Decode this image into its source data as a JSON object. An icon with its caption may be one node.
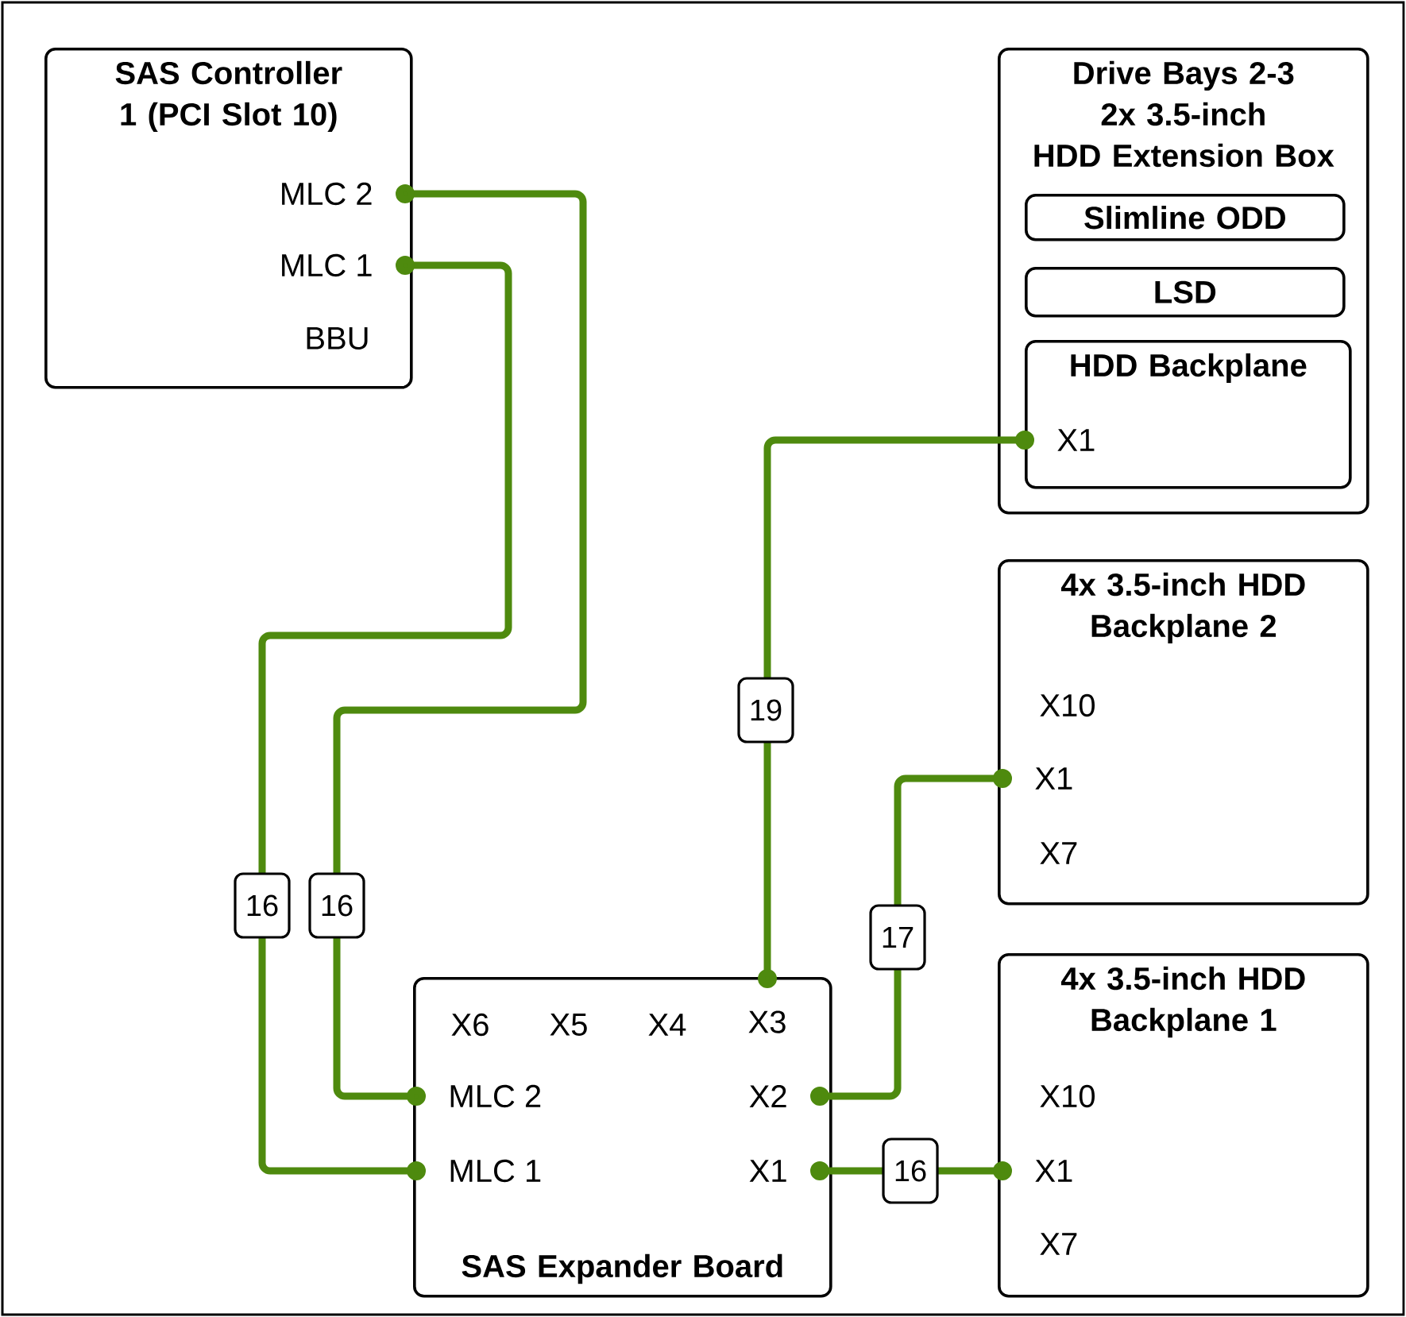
{
  "diagram": {
    "nodes": [
      {
        "text": [
          "SAS Controller 1 (PCI Slot 10)"
        ]
      },
      {
        "text": [
          "MLC 2"
        ],
        "in": 0
      },
      {
        "text": [
          "MLC 1"
        ],
        "in": 0
      },
      {
        "text": [
          "Drive Bays 2-3",
          "2x 3.5-inch",
          "HDD Extension Box"
        ]
      },
      {
        "text": [
          "Slimline ODD"
        ],
        "in": 3
      },
      {
        "text": [
          "LSD"
        ],
        "in": 3
      },
      {
        "text": [
          "HDD Backplane"
        ],
        "in": 3
      },
      {
        "text": [
          "X1"
        ],
        "in": 6
      },
      {
        "text": [
          "4x 3.5-inch HDD Backplane 2"
        ]
      },
      {
        "text": [
          "X1"
        ],
        "in": 8
      },
      {
        "text": [
          "4x 3.5-inch HDD Backplane 1"
        ]
      },
      {
        "text": [
          "X1"
        ],
        "in": 10
      },
      {
        "text": [
          "SAS Expander Board"
        ]
      },
      {
        "text": [
          "X3"
        ],
        "in": 12
      },
      {
        "text": [
          "MLC 2"
        ],
        "in": 12
      },
      {
        "text": [
          "X2"
        ],
        "in": 12
      },
      {
        "text": [
          "MLC 1"
        ],
        "in": 12
      },
      {
        "text": [
          "X1"
        ],
        "in": 12
      }
    ],
    "edges": [
      {
        "from": 1,
        "to": 14,
        "arrow": "other",
        "label": "16"
      },
      {
        "from": 2,
        "to": 16,
        "arrow": "other",
        "label": "16"
      },
      {
        "from": 13,
        "to": 7,
        "arrow": "other",
        "label": "19"
      },
      {
        "from": 15,
        "to": 9,
        "arrow": "other",
        "label": "17"
      },
      {
        "from": 17,
        "to": 11,
        "arrow": "other",
        "label": "16"
      }
    ],
    "labels": [
      "BBU",
      "X10",
      "X7",
      "X6",
      "X5",
      "X4",
      "X10",
      "X7"
    ]
  }
}
